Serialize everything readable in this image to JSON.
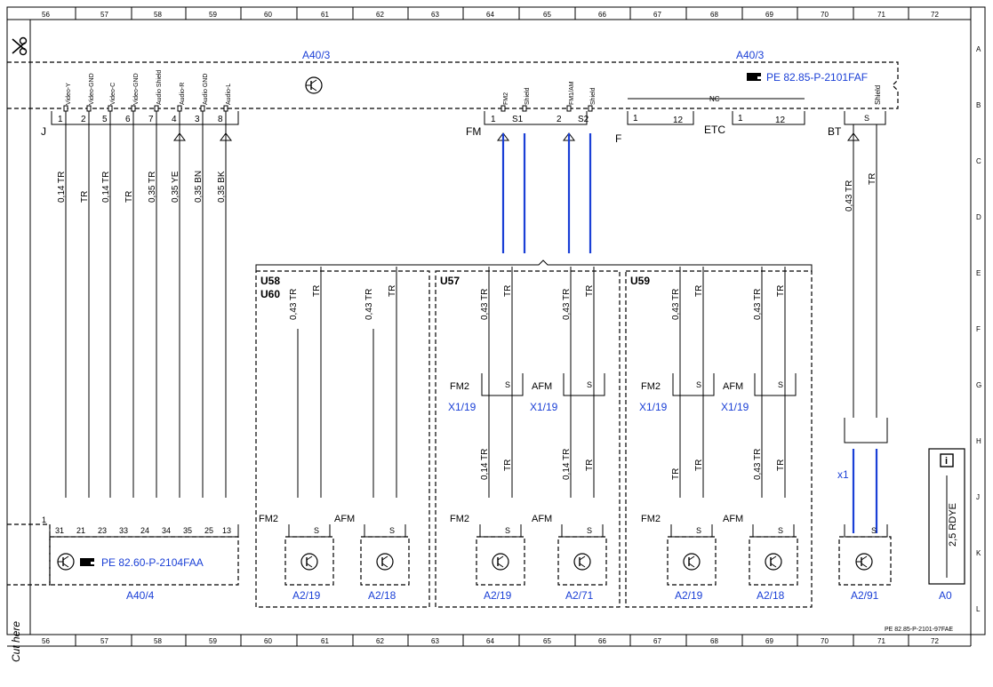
{
  "colors": {
    "accent": "#1a3fd6",
    "line": "#000000",
    "background": "#ffffff"
  },
  "grid": {
    "columns": [
      "56",
      "57",
      "58",
      "59",
      "60",
      "61",
      "62",
      "63",
      "64",
      "65",
      "66",
      "67",
      "68",
      "69",
      "70",
      "71",
      "72"
    ],
    "rows": [
      "A",
      "B",
      "C",
      "D",
      "E",
      "F",
      "G",
      "H",
      "J",
      "K",
      "L"
    ]
  },
  "header": {
    "a40_left": "A40/3",
    "a40_right": "A40/3",
    "ref_top": "PE 82.85-P-2101FAF",
    "nc": "NC"
  },
  "top_pins": [
    {
      "pin": "1",
      "label": "Video-Y"
    },
    {
      "pin": "2",
      "label": "Video-GND"
    },
    {
      "pin": "5",
      "label": "Video-C"
    },
    {
      "pin": "6",
      "label": "Video-GND"
    },
    {
      "pin": "7",
      "label": "Audio Shield"
    },
    {
      "pin": "4",
      "label": "Audio-R"
    },
    {
      "pin": "3",
      "label": "Audio GND"
    },
    {
      "pin": "8",
      "label": "Audio-L"
    }
  ],
  "fm_pins": [
    {
      "pin": "1",
      "label": "FM2"
    },
    {
      "pin": "S1",
      "label": "Shield"
    },
    {
      "pin": "2",
      "label": "FM1/AM"
    },
    {
      "pin": "S2",
      "label": "Shield"
    }
  ],
  "connectors": {
    "j": "J",
    "fm": "FM",
    "f": "F",
    "etc": "ETC",
    "bt": "BT",
    "bt_s": "S",
    "bt_shield": "Shield",
    "etc_pins_1": "1",
    "etc_pins_12": "12"
  },
  "wires_top": [
    "0,14 TR",
    "TR",
    "0,14 TR",
    "TR",
    "0,35 TR",
    "0,35 YE",
    "0,35 BN",
    "0,35 BK"
  ],
  "wire_bt": [
    "0,43 TR",
    "TR"
  ],
  "groups": {
    "u58": "U58",
    "u60": "U60",
    "u57": "U57",
    "u59": "U59"
  },
  "group_wires": {
    "w043": "0,43 TR",
    "tr": "TR",
    "w014": "0,14 TR"
  },
  "mid_labels": {
    "fm2": "FM2",
    "afm": "AFM",
    "x119": "X1/19",
    "s": "S"
  },
  "bottom": {
    "a40_4": "A40/4",
    "ref_bottom": "PE 82.60-P-2104FAA",
    "pins_bottom": [
      "31",
      "21",
      "23",
      "33",
      "24",
      "34",
      "35",
      "25",
      "13"
    ],
    "pin_one": "1",
    "a2_19": "A2/19",
    "a2_18": "A2/18",
    "a2_71": "A2/71",
    "a2_91": "A2/91",
    "x1": "x1",
    "a0": "A0",
    "rdye": "2,5 RDYE",
    "doc_ref": "PE 82.85-P-2101-97FAE",
    "cut_here": "Cut here",
    "info": "i"
  }
}
